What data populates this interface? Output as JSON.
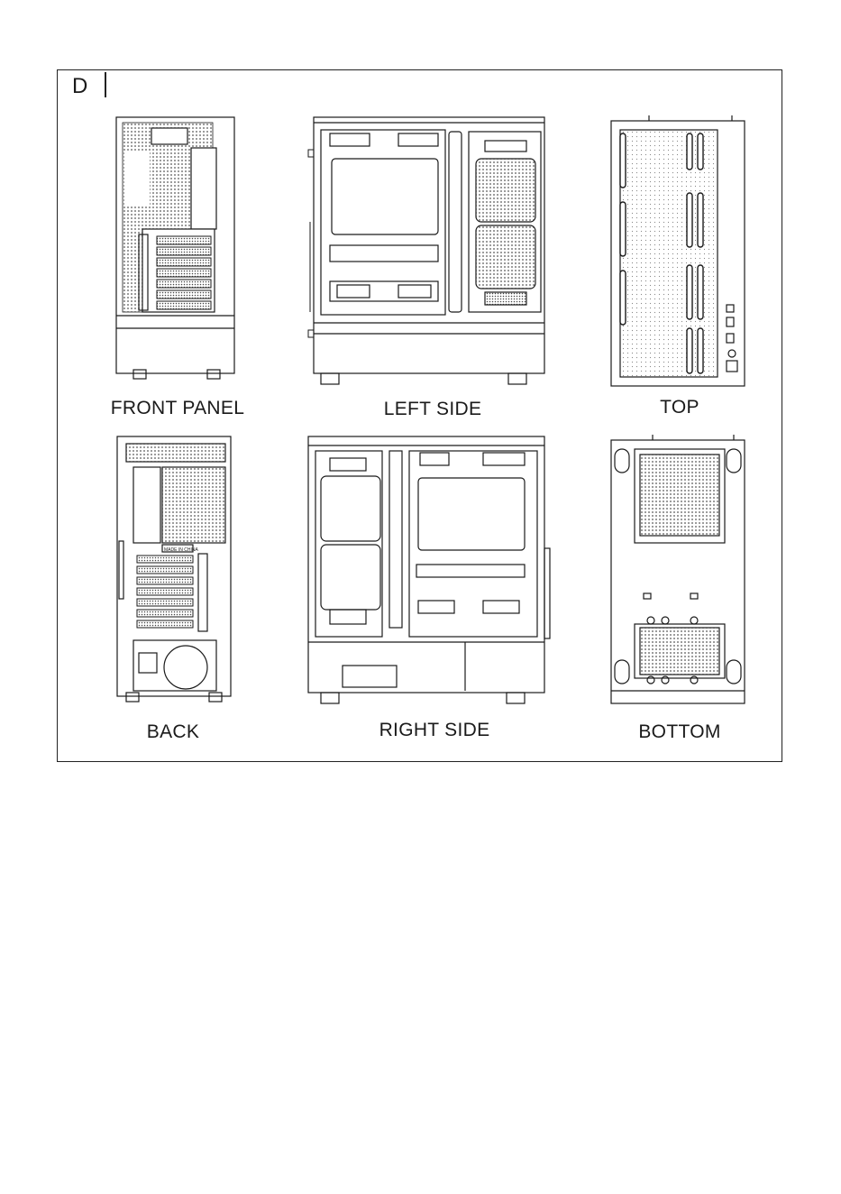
{
  "section_letter": "D",
  "views": {
    "front": "FRONT PANEL",
    "left": "LEFT SIDE",
    "top": "TOP",
    "back": "BACK",
    "right": "RIGHT SIDE",
    "bottom": "BOTTOM"
  },
  "back_label": "MADE IN CHINA",
  "colors": {
    "line": "#1a1a1a",
    "mesh": "#555555",
    "background": "#ffffff"
  }
}
